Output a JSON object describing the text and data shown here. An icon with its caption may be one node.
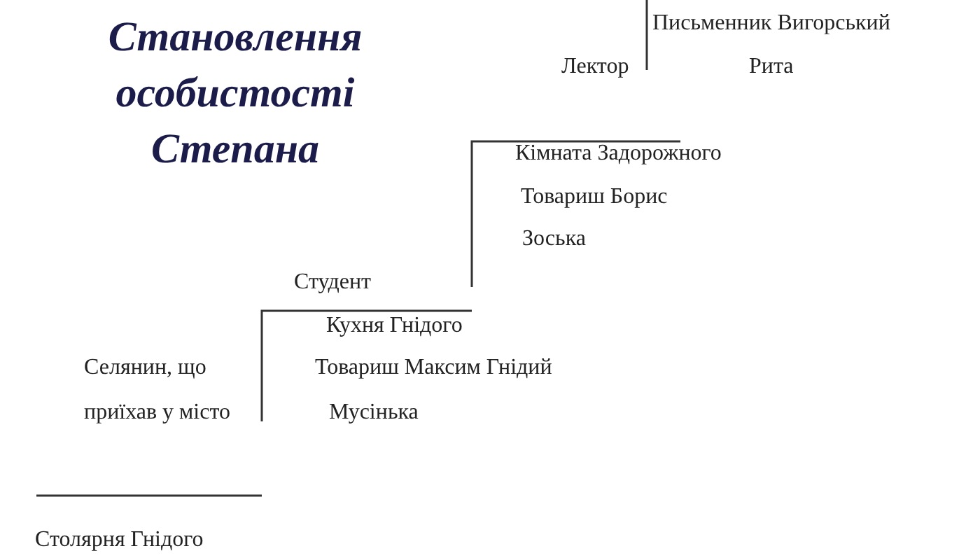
{
  "diagram": {
    "title": "Становлення особистості Степана",
    "labels": [
      "Письменник Вигорський",
      "Лектор",
      "Рита",
      "Кімната Задорожного",
      "Товариш Борис",
      "Зоська",
      "Студент",
      "Кухня Гнідого",
      "Селянин, що приїхав у місто",
      "Товариш Максим Гнідий",
      "Мусінька",
      "Столярня Гнідого"
    ]
  }
}
